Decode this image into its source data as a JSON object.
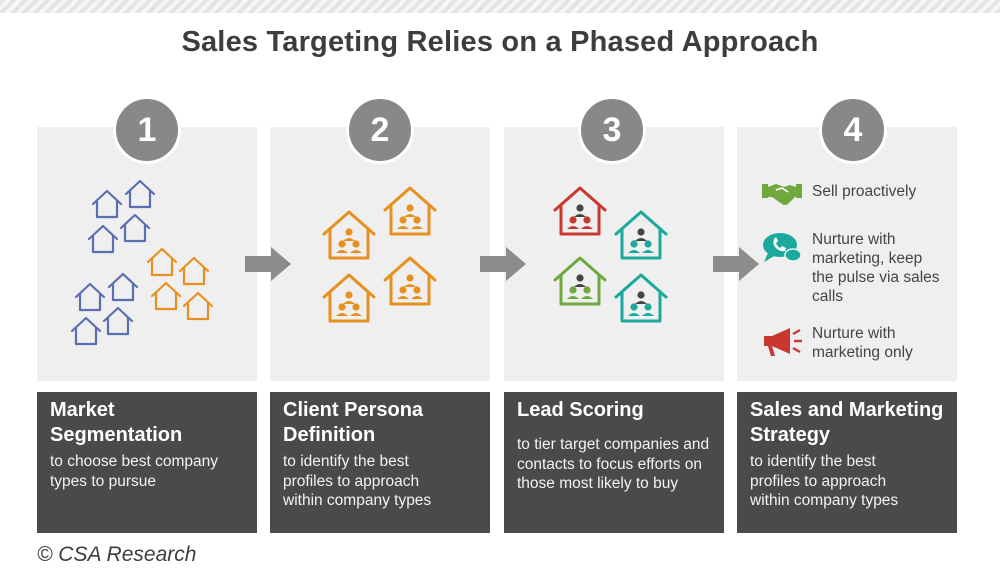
{
  "title": "Sales Targeting Relies on a Phased Approach",
  "colors": {
    "blue": "#5a6fb0",
    "orange": "#e8901f",
    "red": "#c8382f",
    "teal": "#1aa99a",
    "green": "#6fa83f",
    "circle": "#888888",
    "card": "#4a4a4a",
    "panel": "#efefef"
  },
  "steps": [
    {
      "number": "1",
      "title": "Market Segmentation",
      "desc": "to choose best company types to pursue"
    },
    {
      "number": "2",
      "title": "Client Persona Definition",
      "desc": "to identify the best profiles to approach within company types"
    },
    {
      "number": "3",
      "title": "Lead Scoring",
      "desc": "to tier target companies and contacts to focus efforts on those most likely to buy"
    },
    {
      "number": "4",
      "title": "Sales and Marketing Strategy",
      "desc": "to identify the best profiles to approach within company types"
    }
  ],
  "strategy": [
    {
      "icon": "handshake-icon",
      "label": "Sell proactively"
    },
    {
      "icon": "phone-chat-icon",
      "label": "Nurture with marketing, keep the pulse via sales calls"
    },
    {
      "icon": "megaphone-icon",
      "label": "Nurture with marketing only"
    }
  ],
  "footer": "© CSA Research"
}
